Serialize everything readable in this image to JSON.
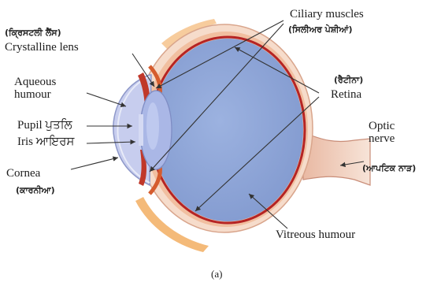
{
  "labels": {
    "crystalline_lens_pa": "(ਕ੍ਰਿਸਟਲੀ ਲੈਂਸ)",
    "crystalline_lens": "Crystalline lens",
    "aqueous_humour": "Aqueous humour",
    "pupil": "Pupil ਪੁਤਲਿ",
    "iris": "Iris ਆਇਰਸ",
    "cornea": "Cornea",
    "cornea_pa": "(ਕਾਰਨੀਆ)",
    "ciliary_muscles": "Ciliary muscles",
    "ciliary_muscles_pa": "(ਸਿਲੀਅਰ ਪੇਸ਼ੀਆਂ)",
    "retina_pa": "(ਰੈਟੀਨਾ)",
    "retina": "Retina",
    "optic_nerve": "Optic nerve",
    "optic_nerve_pa": "(ਆਪਟਿਕ ਨਾੜ)",
    "vitreous_humour": "Vitreous humour",
    "caption": "(a)"
  },
  "colors": {
    "vitreous": "#8fa6d8",
    "retina": "#b52424",
    "choroid": "#f3c6a8",
    "sclera": "#f6dccb",
    "lens": "#a8b6e6",
    "aqueous": "#c7cdee",
    "nerve": "#f2d6c6",
    "arrow": "#333333"
  }
}
